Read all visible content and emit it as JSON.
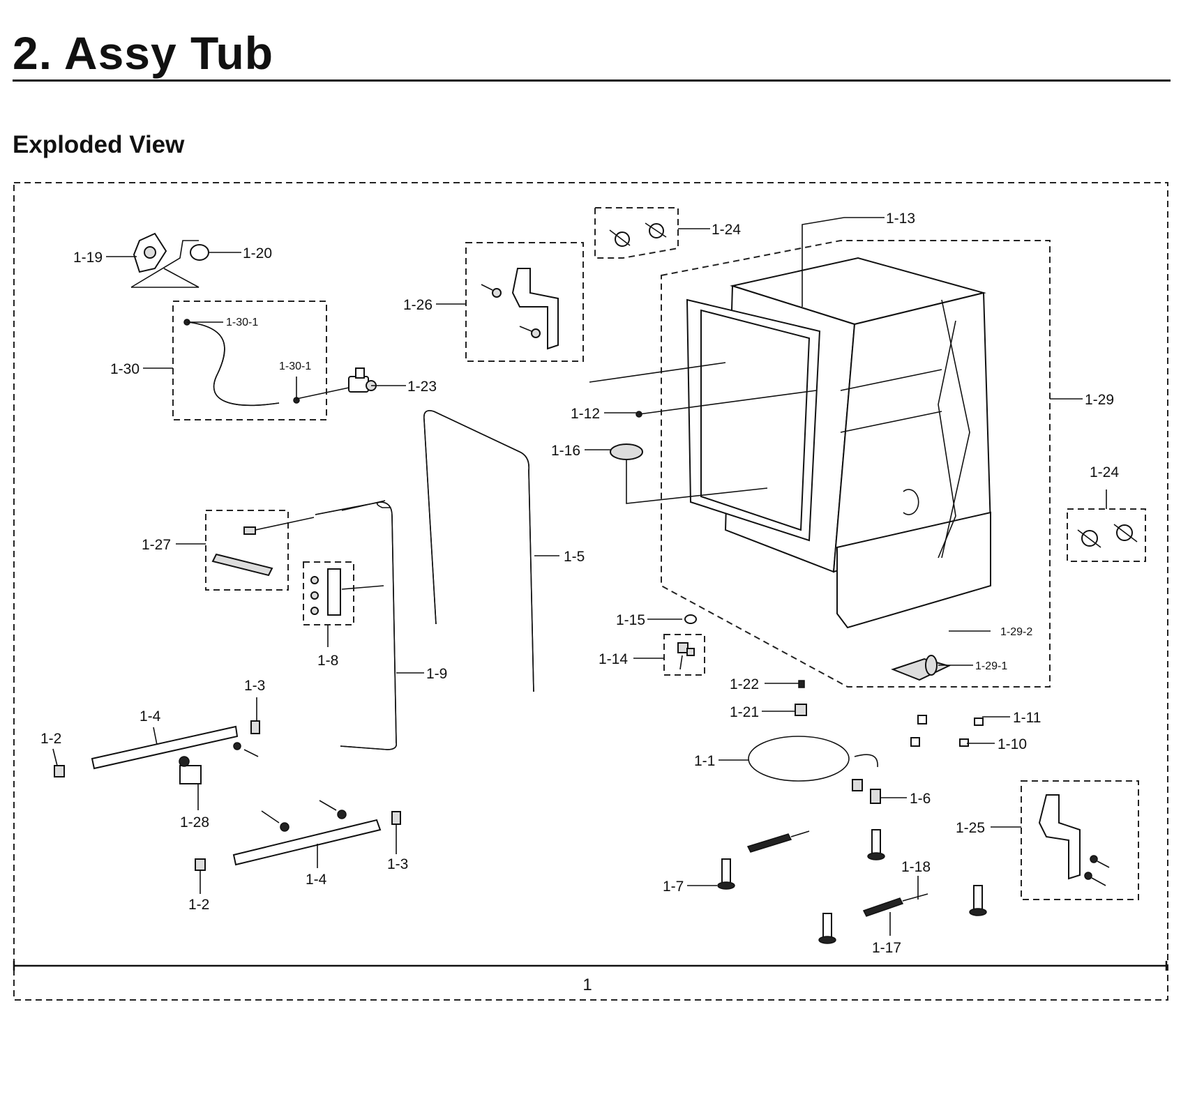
{
  "header": {
    "title": "2.  Assy Tub",
    "subtitle": "Exploded View"
  },
  "diagram": {
    "assembly_label": "1",
    "callouts": [
      {
        "id": "c-1-19",
        "text": "1-19"
      },
      {
        "id": "c-1-20",
        "text": "1-20"
      },
      {
        "id": "c-1-30-1a",
        "text": "1-30-1"
      },
      {
        "id": "c-1-30",
        "text": "1-30"
      },
      {
        "id": "c-1-30-1b",
        "text": "1-30-1"
      },
      {
        "id": "c-1-23",
        "text": "1-23"
      },
      {
        "id": "c-1-26",
        "text": "1-26"
      },
      {
        "id": "c-1-24a",
        "text": "1-24"
      },
      {
        "id": "c-1-13",
        "text": "1-13"
      },
      {
        "id": "c-1-29",
        "text": "1-29"
      },
      {
        "id": "c-1-24b",
        "text": "1-24"
      },
      {
        "id": "c-1-12",
        "text": "1-12"
      },
      {
        "id": "c-1-16",
        "text": "1-16"
      },
      {
        "id": "c-1-5",
        "text": "1-5"
      },
      {
        "id": "c-1-27",
        "text": "1-27"
      },
      {
        "id": "c-1-8",
        "text": "1-8"
      },
      {
        "id": "c-1-9",
        "text": "1-9"
      },
      {
        "id": "c-1-15",
        "text": "1-15"
      },
      {
        "id": "c-1-14",
        "text": "1-14"
      },
      {
        "id": "c-1-29-2",
        "text": "1-29-2"
      },
      {
        "id": "c-1-29-1",
        "text": "1-29-1"
      },
      {
        "id": "c-1-22",
        "text": "1-22"
      },
      {
        "id": "c-1-21",
        "text": "1-21"
      },
      {
        "id": "c-1-11",
        "text": "1-11"
      },
      {
        "id": "c-1-10",
        "text": "1-10"
      },
      {
        "id": "c-1-1",
        "text": "1-1"
      },
      {
        "id": "c-1-6",
        "text": "1-6"
      },
      {
        "id": "c-1-25",
        "text": "1-25"
      },
      {
        "id": "c-1-7",
        "text": "1-7"
      },
      {
        "id": "c-1-18",
        "text": "1-18"
      },
      {
        "id": "c-1-17",
        "text": "1-17"
      },
      {
        "id": "c-1-3a",
        "text": "1-3"
      },
      {
        "id": "c-1-4a",
        "text": "1-4"
      },
      {
        "id": "c-1-2a",
        "text": "1-2"
      },
      {
        "id": "c-1-28",
        "text": "1-28"
      },
      {
        "id": "c-1-3b",
        "text": "1-3"
      },
      {
        "id": "c-1-4b",
        "text": "1-4"
      },
      {
        "id": "c-1-2b",
        "text": "1-2"
      }
    ]
  }
}
